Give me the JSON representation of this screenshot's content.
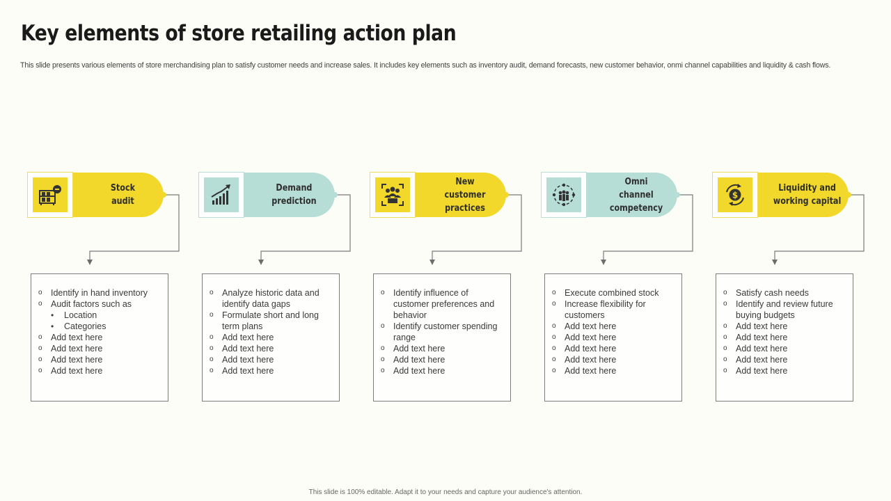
{
  "slide": {
    "title": "Key elements of store retailing action plan",
    "subtitle": "This slide presents various elements of store merchandising plan to satisfy customer needs and increase sales. It includes key elements such as inventory audit, demand forecasts, new customer behavior, onmi channel capabilities and liquidity & cash flows.",
    "footer": "This slide is 100% editable. Adapt it to your needs and capture your audience's attention.",
    "colors": {
      "yellow": "#f2d82a",
      "teal": "#b6ddd6",
      "background": "#fdfdf7"
    }
  },
  "columns": [
    {
      "label": "Stock\naudit",
      "theme": "yellow",
      "icon": "inventory-shelf-icon",
      "items": [
        {
          "text": "Identify in hand inventory",
          "level": 1
        },
        {
          "text": "Audit factors such as",
          "level": 1
        },
        {
          "text": "Location",
          "level": 2
        },
        {
          "text": "Categories",
          "level": 2
        },
        {
          "text": "Add text here",
          "level": 1
        },
        {
          "text": "Add text here",
          "level": 1
        },
        {
          "text": "Add text here",
          "level": 1
        },
        {
          "text": "Add text here",
          "level": 1
        }
      ]
    },
    {
      "label": "Demand\nprediction",
      "theme": "teal",
      "icon": "growth-chart-icon",
      "items": [
        {
          "text": "Analyze historic data and identify data gaps",
          "level": 1
        },
        {
          "text": "Formulate short and long term plans",
          "level": 1
        },
        {
          "text": "Add text here",
          "level": 1
        },
        {
          "text": "Add text here",
          "level": 1
        },
        {
          "text": "Add text here",
          "level": 1
        },
        {
          "text": "Add text here",
          "level": 1
        }
      ]
    },
    {
      "label": "New\ncustomer practices",
      "theme": "yellow",
      "icon": "customer-group-icon",
      "items": [
        {
          "text": "Identify influence of customer preferences and behavior",
          "level": 1
        },
        {
          "text": "Identify customer spending range",
          "level": 1
        },
        {
          "text": "Add text here",
          "level": 1
        },
        {
          "text": "Add text here",
          "level": 1
        },
        {
          "text": "Add text here",
          "level": 1
        }
      ]
    },
    {
      "label": "Omni\nchannel competency",
      "theme": "teal",
      "icon": "omnichannel-network-icon",
      "items": [
        {
          "text": "Execute combined stock",
          "level": 1
        },
        {
          "text": "Increase flexibility for customers",
          "level": 1
        },
        {
          "text": "Add text here",
          "level": 1
        },
        {
          "text": "Add text here",
          "level": 1
        },
        {
          "text": "Add text here",
          "level": 1
        },
        {
          "text": "Add text here",
          "level": 1
        },
        {
          "text": "Add text here",
          "level": 1
        }
      ]
    },
    {
      "label": "Liquidity  and\nworking capital",
      "theme": "yellow",
      "icon": "dollar-cycle-icon",
      "items": [
        {
          "text": "Satisfy cash needs",
          "level": 1
        },
        {
          "text": "Identify and review future buying budgets",
          "level": 1
        },
        {
          "text": "Add text here",
          "level": 1
        },
        {
          "text": "Add text here",
          "level": 1
        },
        {
          "text": "Add text here",
          "level": 1
        },
        {
          "text": "Add text here",
          "level": 1
        },
        {
          "text": "Add text here",
          "level": 1
        }
      ]
    }
  ]
}
